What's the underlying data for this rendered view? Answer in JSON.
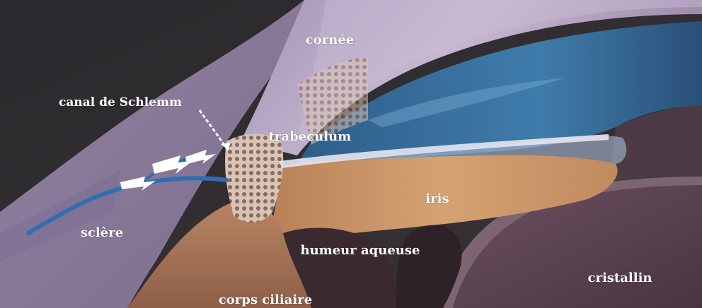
{
  "figure": {
    "colors": {
      "background": "#2b2a2e",
      "sclera": "#8e7e9e",
      "cornea": "#b7a8c4",
      "iris": "#c99566",
      "ciliary_body": "#a9775a",
      "lens": "#5f4552",
      "aqueous": "#3e6fa0",
      "label": "#ffffff"
    },
    "labels": {
      "cornea": "cornée",
      "schlemm_canal": "canal de Schlemm",
      "trabeculum": "trabeculum",
      "iris": "iris",
      "sclera": "sclère",
      "aqueous_humor": "humeur aqueuse",
      "lens": "cristallin",
      "ciliary_body": "corps ciliaire"
    }
  }
}
